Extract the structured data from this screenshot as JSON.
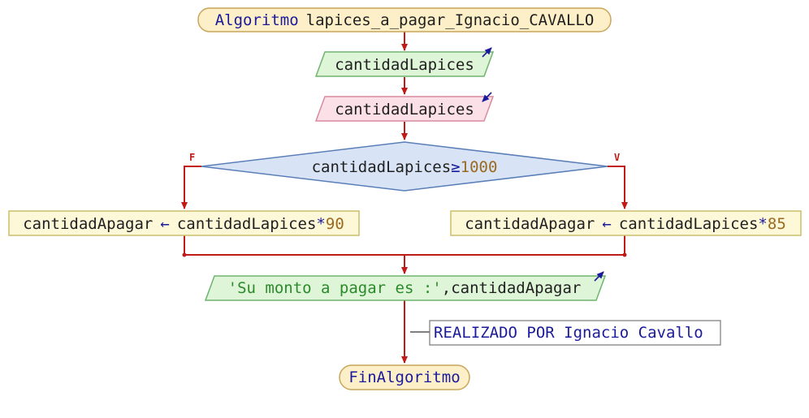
{
  "diagram": {
    "start": {
      "keyword": "Algoritmo",
      "name": "lapices_a_pagar_Ignacio_CAVALLO"
    },
    "output1": {
      "text": "cantidadLapices"
    },
    "input1": {
      "text": "cantidadLapices"
    },
    "decision": {
      "variable": "cantidadLapices",
      "operator": "≥",
      "value": "1000",
      "false_label": "F",
      "true_label": "V"
    },
    "assign_false": {
      "target": "cantidadApagar",
      "arrow": "←",
      "expr_var": "cantidadLapices",
      "op": "*",
      "value": "90"
    },
    "assign_true": {
      "target": "cantidadApagar",
      "arrow": "←",
      "expr_var": "cantidadLapices",
      "op": "*",
      "value": "85"
    },
    "output2": {
      "string": "'Su monto a pagar es :'",
      "sep": ",",
      "variable": "cantidadApagar"
    },
    "comment": {
      "text": "REALIZADO POR Ignacio Cavallo"
    },
    "end": {
      "text": "FinAlgoritmo"
    }
  },
  "colors": {
    "line": "#c11b17",
    "start_fill": "#fdf0c8",
    "output_fill": "#dff5d8",
    "input_fill": "#fbe0e8",
    "decision_fill": "#d8e4f6",
    "assign_fill": "#fdf8d8",
    "comment_fill": "#ffffff"
  }
}
